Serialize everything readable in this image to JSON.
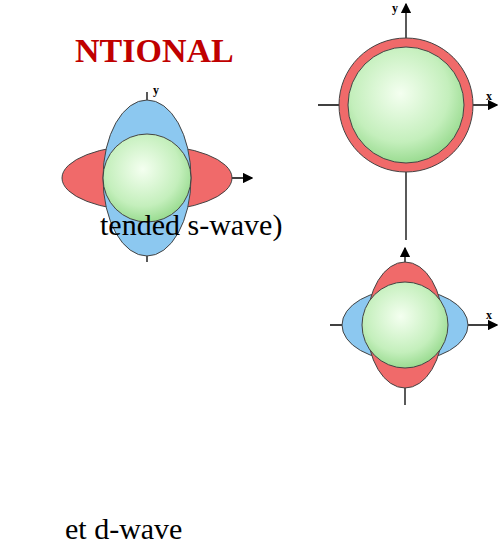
{
  "diagram": {
    "labels": [
      "NTIONAL",
      "y",
      "x",
      "y",
      "tended s-wave)",
      "x",
      "et d-wave"
    ]
  }
}
